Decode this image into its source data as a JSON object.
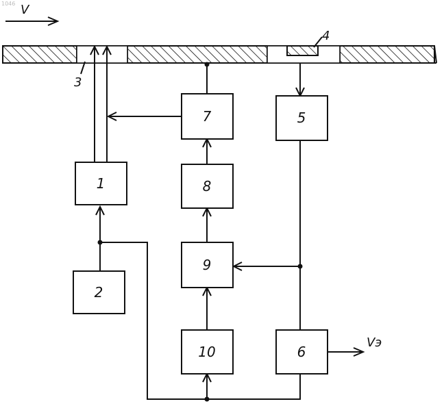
{
  "corner_text": "1046",
  "velocity_label": "V",
  "output_label": "Vэ",
  "callouts": {
    "aperture": "3",
    "marker": "4"
  },
  "blocks": [
    {
      "id": "1",
      "label": "1"
    },
    {
      "id": "2",
      "label": "2"
    },
    {
      "id": "5",
      "label": "5"
    },
    {
      "id": "6",
      "label": "6"
    },
    {
      "id": "7",
      "label": "7"
    },
    {
      "id": "8",
      "label": "8"
    },
    {
      "id": "9",
      "label": "9"
    },
    {
      "id": "10",
      "label": "10"
    }
  ]
}
